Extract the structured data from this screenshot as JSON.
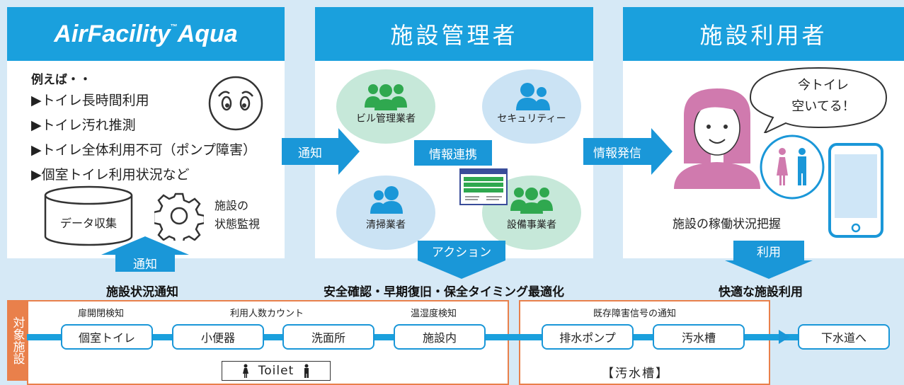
{
  "panel1": {
    "brand_main": "AirFacility",
    "brand_tm": "™",
    "brand_sub": "Aqua",
    "example_title": "例えば・・",
    "examples": [
      "▶トイレ長時間利用",
      "▶トイレ汚れ推測",
      "▶トイレ全体利用不可（ポンプ障害）",
      "▶個室トイレ利用状況など"
    ],
    "data_collect": "データ収集",
    "monitor": "施設の\n状態監視"
  },
  "panel2": {
    "title": "施設管理者",
    "roles": [
      "ビル管理業者",
      "セキュリティー",
      "清掃業者",
      "設備事業者"
    ],
    "link_label": "情報連携"
  },
  "panel3": {
    "title": "施設利用者",
    "bubble": "今トイレ\n空いてる！",
    "status_label": "施設の稼働状況把握"
  },
  "arrows": {
    "notify1": "通知",
    "notify2": "通知",
    "broadcast": "情報発信",
    "action": "アクション",
    "use": "利用"
  },
  "captions": {
    "c1": "施設状況通知",
    "c2": "安全確認・早期復旧・保全タイミング最適化",
    "c3": "快適な施設利用"
  },
  "target": {
    "label": "対象施設",
    "devices": [
      "個室トイレ",
      "小便器",
      "洗面所",
      "施設内",
      "排水ポンプ",
      "汚水槽",
      "下水道へ"
    ],
    "sensors": [
      "扉開閉検知",
      "利用人数カウント",
      "温湿度検知",
      "既存障害信号の通知"
    ],
    "toilet_label": "Toilet",
    "tank_label": "【汚水槽】"
  },
  "colors": {
    "primary": "#1aa0dd",
    "accent": "#e9804b",
    "bg": "#d6e9f6",
    "persons": "#2fa84f",
    "user": "#d07aae"
  }
}
